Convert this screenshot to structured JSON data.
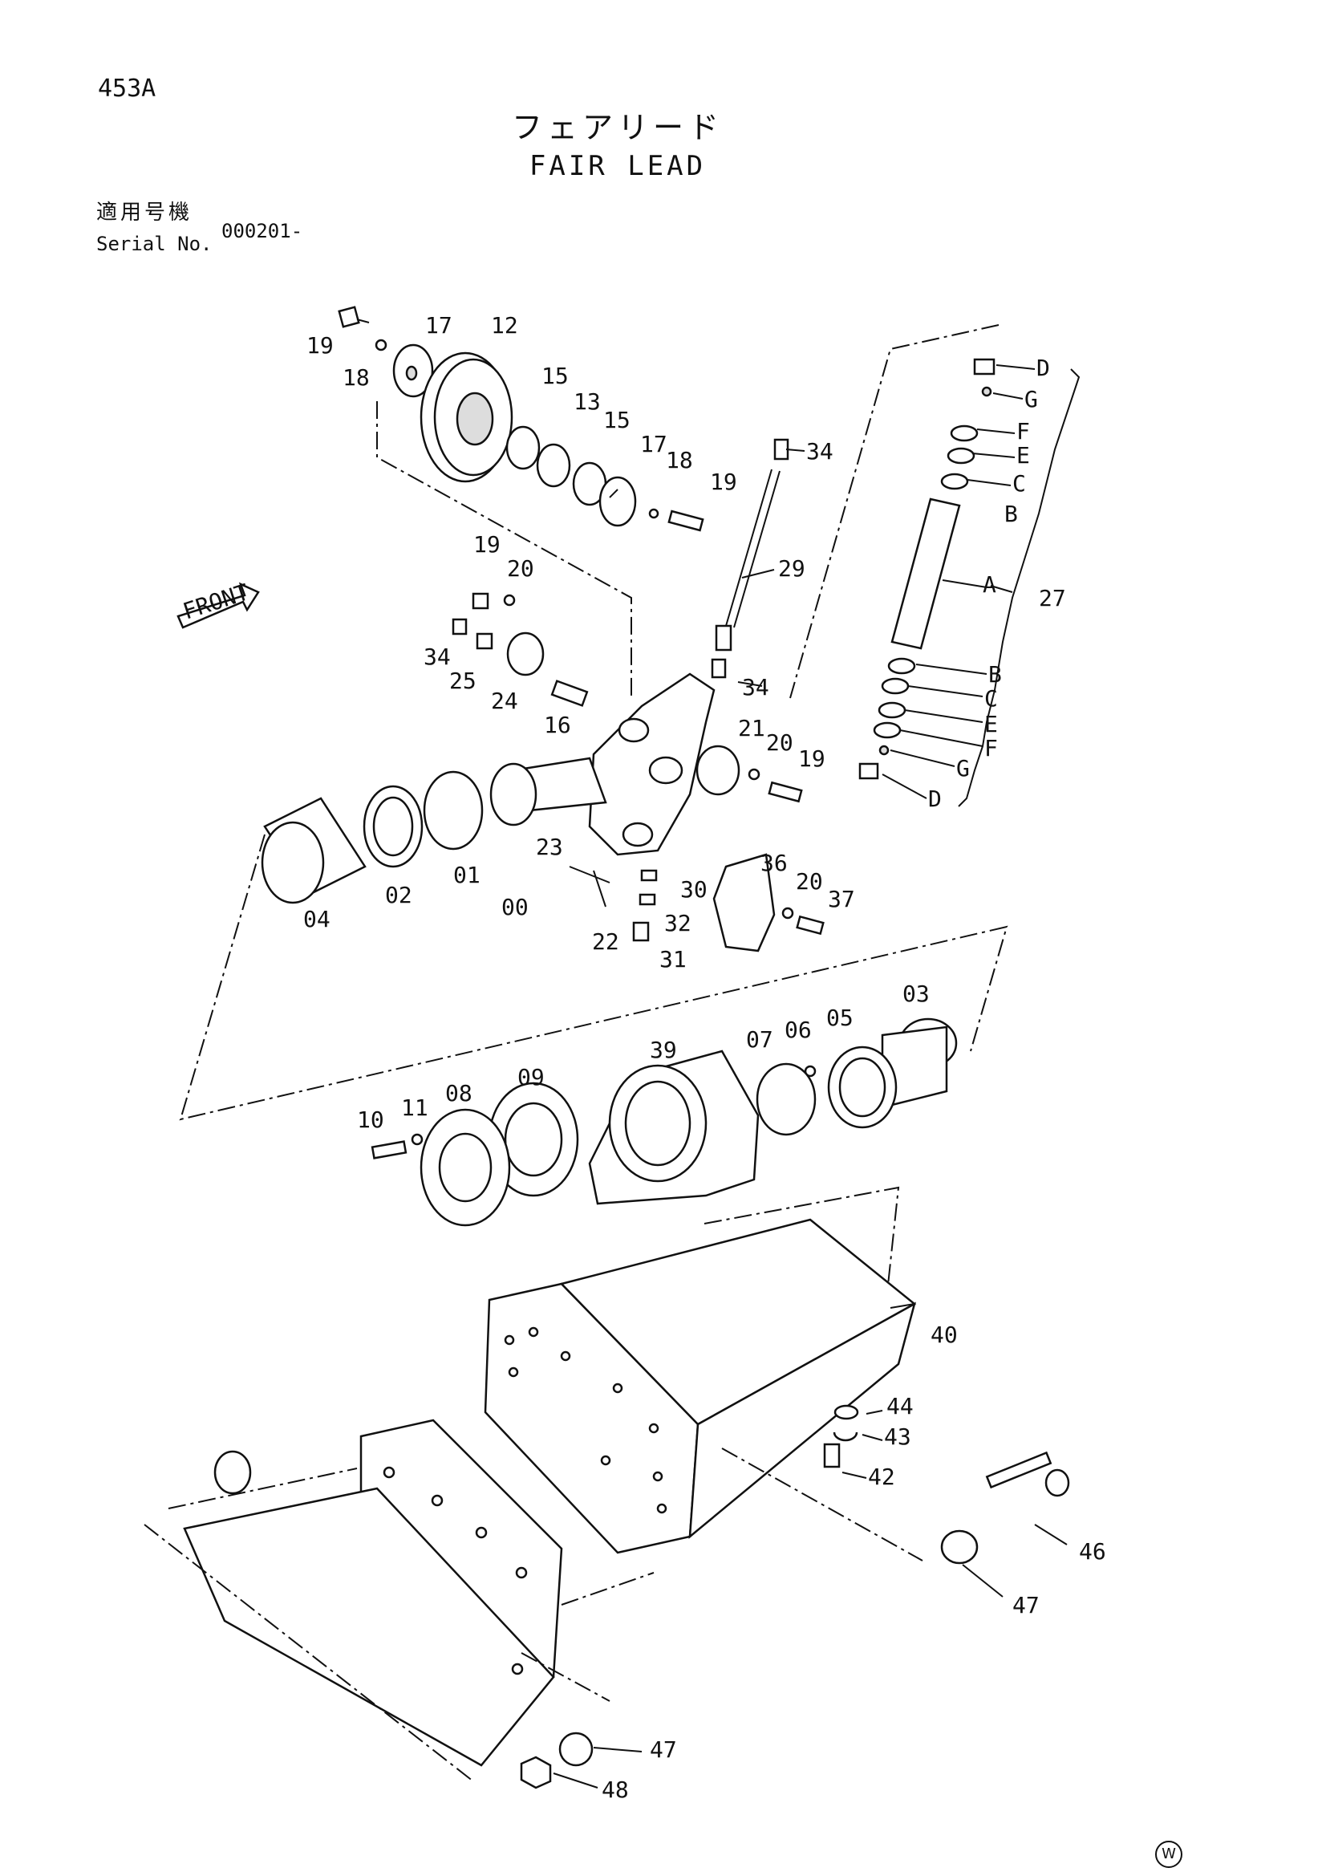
{
  "page_number": "453A",
  "title_jp": "フェアリード",
  "title_en": "FAIR LEAD",
  "serial_label_jp": "適用号機",
  "serial_label_en": "Serial No.",
  "serial_value": "000201-",
  "front_label": "FRONT",
  "watermark": "W",
  "labels": {
    "l19a": "19",
    "l18a": "18",
    "l17a": "17",
    "l12": "12",
    "l15a": "15",
    "l13": "13",
    "l15b": "15",
    "l17b": "17",
    "l18b": "18",
    "l19b": "19",
    "l34a": "34",
    "l29": "29",
    "l19c": "19",
    "l20a": "20",
    "l34b": "34",
    "l25": "25",
    "l24": "24",
    "l16": "16",
    "l34c": "34",
    "l21": "21",
    "l20b": "20",
    "l19d": "19",
    "lD1": "D",
    "lG1": "G",
    "lF1": "F",
    "lE1": "E",
    "lC1": "C",
    "lB1": "B",
    "lA": "A",
    "l27": "27",
    "lB2": "B",
    "lC2": "C",
    "lE2": "E",
    "lF2": "F",
    "lG2": "G",
    "lD2": "D",
    "l04": "04",
    "l02": "02",
    "l01": "01",
    "l00": "00",
    "l23": "23",
    "l30": "30",
    "l22": "22",
    "l32": "32",
    "l31": "31",
    "l36": "36",
    "l20c": "20",
    "l37": "37",
    "l03": "03",
    "l05": "05",
    "l06": "06",
    "l07": "07",
    "l39": "39",
    "l09": "09",
    "l08": "08",
    "l11": "11",
    "l10": "10",
    "l40": "40",
    "l44": "44",
    "l43": "43",
    "l42": "42",
    "l46": "46",
    "l47a": "47",
    "l47b": "47",
    "l48": "48"
  }
}
